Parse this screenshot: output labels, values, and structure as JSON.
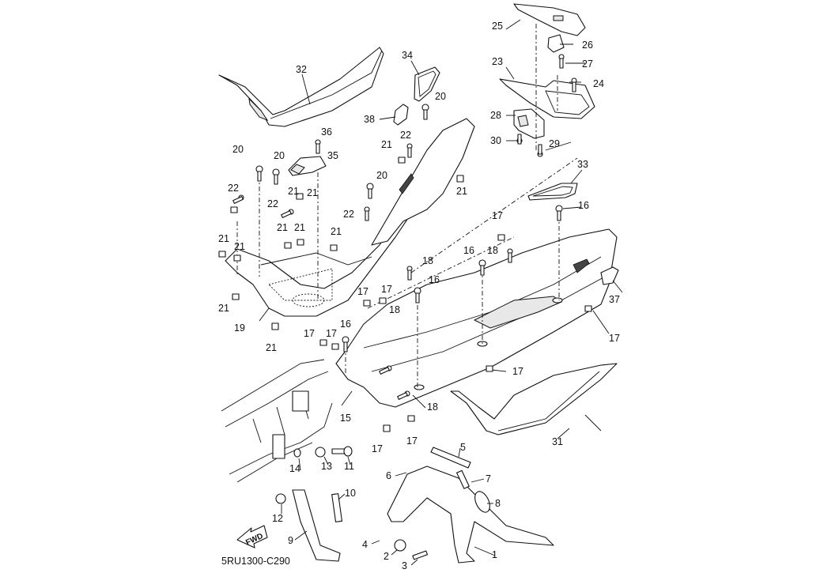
{
  "diagram": {
    "title_code": "5RU1300-C290",
    "direction_indicator": "FWD",
    "callouts": [
      {
        "id": "c32",
        "label": "32",
        "part": "front side cover (upper)"
      },
      {
        "id": "c34",
        "label": "34",
        "part": "cover panel"
      },
      {
        "id": "c20a",
        "label": "20",
        "part": "bolt"
      },
      {
        "id": "c38",
        "label": "38",
        "part": "bracket"
      },
      {
        "id": "c36",
        "label": "36",
        "part": "screw"
      },
      {
        "id": "c35",
        "label": "35",
        "part": "bracket plate"
      },
      {
        "id": "c20b",
        "label": "20",
        "part": "bolt"
      },
      {
        "id": "c20c",
        "label": "20",
        "part": "bolt"
      },
      {
        "id": "c21a",
        "label": "21",
        "part": "nut"
      },
      {
        "id": "c22a",
        "label": "22",
        "part": "screw"
      },
      {
        "id": "c21b",
        "label": "21",
        "part": "nut"
      },
      {
        "id": "c22b",
        "label": "22",
        "part": "screw"
      },
      {
        "id": "c20d",
        "label": "20",
        "part": "bolt"
      },
      {
        "id": "c22c",
        "label": "22",
        "part": "screw"
      },
      {
        "id": "c22d",
        "label": "22",
        "part": "screw"
      },
      {
        "id": "c21c",
        "label": "21",
        "part": "nut"
      },
      {
        "id": "c21d",
        "label": "21",
        "part": "nut"
      },
      {
        "id": "c21e",
        "label": "21",
        "part": "nut"
      },
      {
        "id": "c21f",
        "label": "21",
        "part": "nut"
      },
      {
        "id": "c21g",
        "label": "21",
        "part": "nut"
      },
      {
        "id": "c21h",
        "label": "21",
        "part": "nut"
      },
      {
        "id": "c21i",
        "label": "21",
        "part": "nut"
      },
      {
        "id": "c21j",
        "label": "21",
        "part": "nut"
      },
      {
        "id": "c21k",
        "label": "21",
        "part": "nut"
      },
      {
        "id": "c19",
        "label": "19",
        "part": "leg shield"
      },
      {
        "id": "c25",
        "label": "25",
        "part": "lid"
      },
      {
        "id": "c26",
        "label": "26",
        "part": "lock"
      },
      {
        "id": "c27",
        "label": "27",
        "part": "screw"
      },
      {
        "id": "c23",
        "label": "23",
        "part": "cover"
      },
      {
        "id": "c24",
        "label": "24",
        "part": "screw"
      },
      {
        "id": "c28",
        "label": "28",
        "part": "switch"
      },
      {
        "id": "c30",
        "label": "30",
        "part": "screw"
      },
      {
        "id": "c29",
        "label": "29",
        "part": "screw"
      },
      {
        "id": "c33",
        "label": "33",
        "part": "panel"
      },
      {
        "id": "c16a",
        "label": "16",
        "part": "bolt"
      },
      {
        "id": "c17a",
        "label": "17",
        "part": "nut"
      },
      {
        "id": "c16b",
        "label": "16",
        "part": "bolt"
      },
      {
        "id": "c18a",
        "label": "18",
        "part": "screw"
      },
      {
        "id": "c18b",
        "label": "18",
        "part": "screw"
      },
      {
        "id": "c16c",
        "label": "16",
        "part": "bolt"
      },
      {
        "id": "c37",
        "label": "37",
        "part": "cap"
      },
      {
        "id": "c17b",
        "label": "17",
        "part": "nut"
      },
      {
        "id": "c17c",
        "label": "17",
        "part": "nut"
      },
      {
        "id": "c17d",
        "label": "17",
        "part": "nut"
      },
      {
        "id": "c18c",
        "label": "18",
        "part": "screw"
      },
      {
        "id": "c16d",
        "label": "16",
        "part": "bolt"
      },
      {
        "id": "c17e",
        "label": "17",
        "part": "nut"
      },
      {
        "id": "c17f",
        "label": "17",
        "part": "nut"
      },
      {
        "id": "c17g",
        "label": "17",
        "part": "nut"
      },
      {
        "id": "c15",
        "label": "15",
        "part": "footrest board"
      },
      {
        "id": "c18d",
        "label": "18",
        "part": "screw"
      },
      {
        "id": "c17h",
        "label": "17",
        "part": "nut"
      },
      {
        "id": "c17i",
        "label": "17",
        "part": "nut"
      },
      {
        "id": "c31",
        "label": "31",
        "part": "side cover (lower)"
      },
      {
        "id": "c5",
        "label": "5",
        "part": "shaft"
      },
      {
        "id": "c6",
        "label": "6",
        "part": "circlip"
      },
      {
        "id": "c7",
        "label": "7",
        "part": "spring"
      },
      {
        "id": "c8",
        "label": "8",
        "part": "spring"
      },
      {
        "id": "c4",
        "label": "4",
        "part": "circlip"
      },
      {
        "id": "c2",
        "label": "2",
        "part": "collar"
      },
      {
        "id": "c3",
        "label": "3",
        "part": "bolt"
      },
      {
        "id": "c1",
        "label": "1",
        "part": "main stand"
      },
      {
        "id": "c14",
        "label": "14",
        "part": "washer"
      },
      {
        "id": "c13",
        "label": "13",
        "part": "collar"
      },
      {
        "id": "c11",
        "label": "11",
        "part": "bolt"
      },
      {
        "id": "c10",
        "label": "10",
        "part": "spring"
      },
      {
        "id": "c12",
        "label": "12",
        "part": "damper"
      },
      {
        "id": "c9",
        "label": "9",
        "part": "sidestand"
      }
    ]
  }
}
